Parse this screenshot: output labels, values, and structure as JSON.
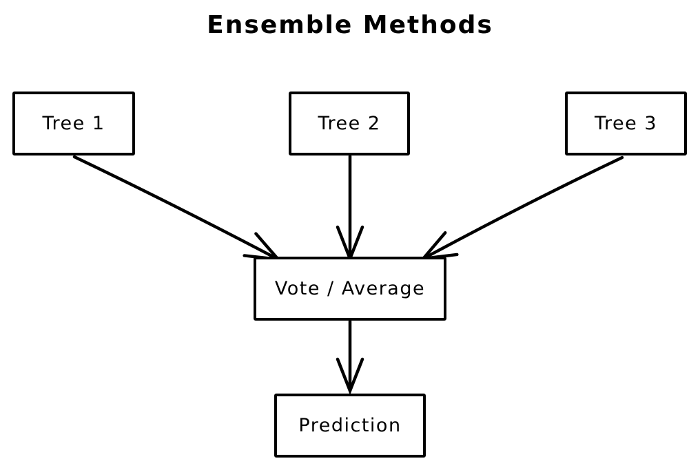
{
  "title": "Ensemble Methods",
  "diagram": {
    "nodes": [
      {
        "id": "tree1",
        "label": "Tree 1"
      },
      {
        "id": "tree2",
        "label": "Tree 2"
      },
      {
        "id": "tree3",
        "label": "Tree 3"
      },
      {
        "id": "vote",
        "label": "Vote / Average"
      },
      {
        "id": "prediction",
        "label": "Prediction"
      }
    ],
    "edges": [
      {
        "from": "tree1",
        "to": "vote"
      },
      {
        "from": "tree2",
        "to": "vote"
      },
      {
        "from": "tree3",
        "to": "vote"
      },
      {
        "from": "vote",
        "to": "prediction"
      }
    ],
    "colors": {
      "stroke": "#000000",
      "background": "#ffffff"
    }
  }
}
